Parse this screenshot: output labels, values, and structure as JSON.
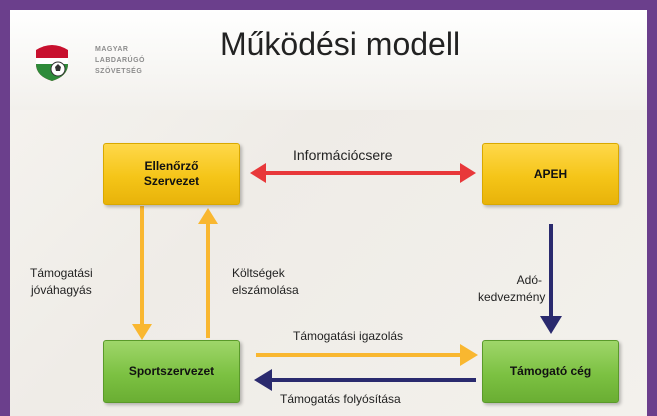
{
  "title": "Működési modell",
  "logo": {
    "line1": "MAGYAR",
    "line2": "LABDARÚGÓ",
    "line3": "SZÖVETSÉG"
  },
  "nodes": {
    "ellenorzo": "Ellenőrző\nSzervezet",
    "apeh": "APEH",
    "sportszervezet": "Sportszervezet",
    "tamogato": "Támogató cég"
  },
  "edges": {
    "info": "Információcsere",
    "jovahagyas": "Támogatási\njóváhagyás",
    "koltsegek": "Költségek\nelszámolása",
    "ado": "Adó-\nkedvezmény",
    "igazolas": "Támogatási igazolás",
    "folyositas": "Támogatás folyósítása"
  },
  "colors": {
    "red_arrow": "#e8383a",
    "yellow_arrow": "#f9b730",
    "navy_arrow": "#2a2a6e",
    "yellow_box": "#f5c518",
    "green_box": "#7cc142",
    "frame": "#6b3f8c"
  }
}
